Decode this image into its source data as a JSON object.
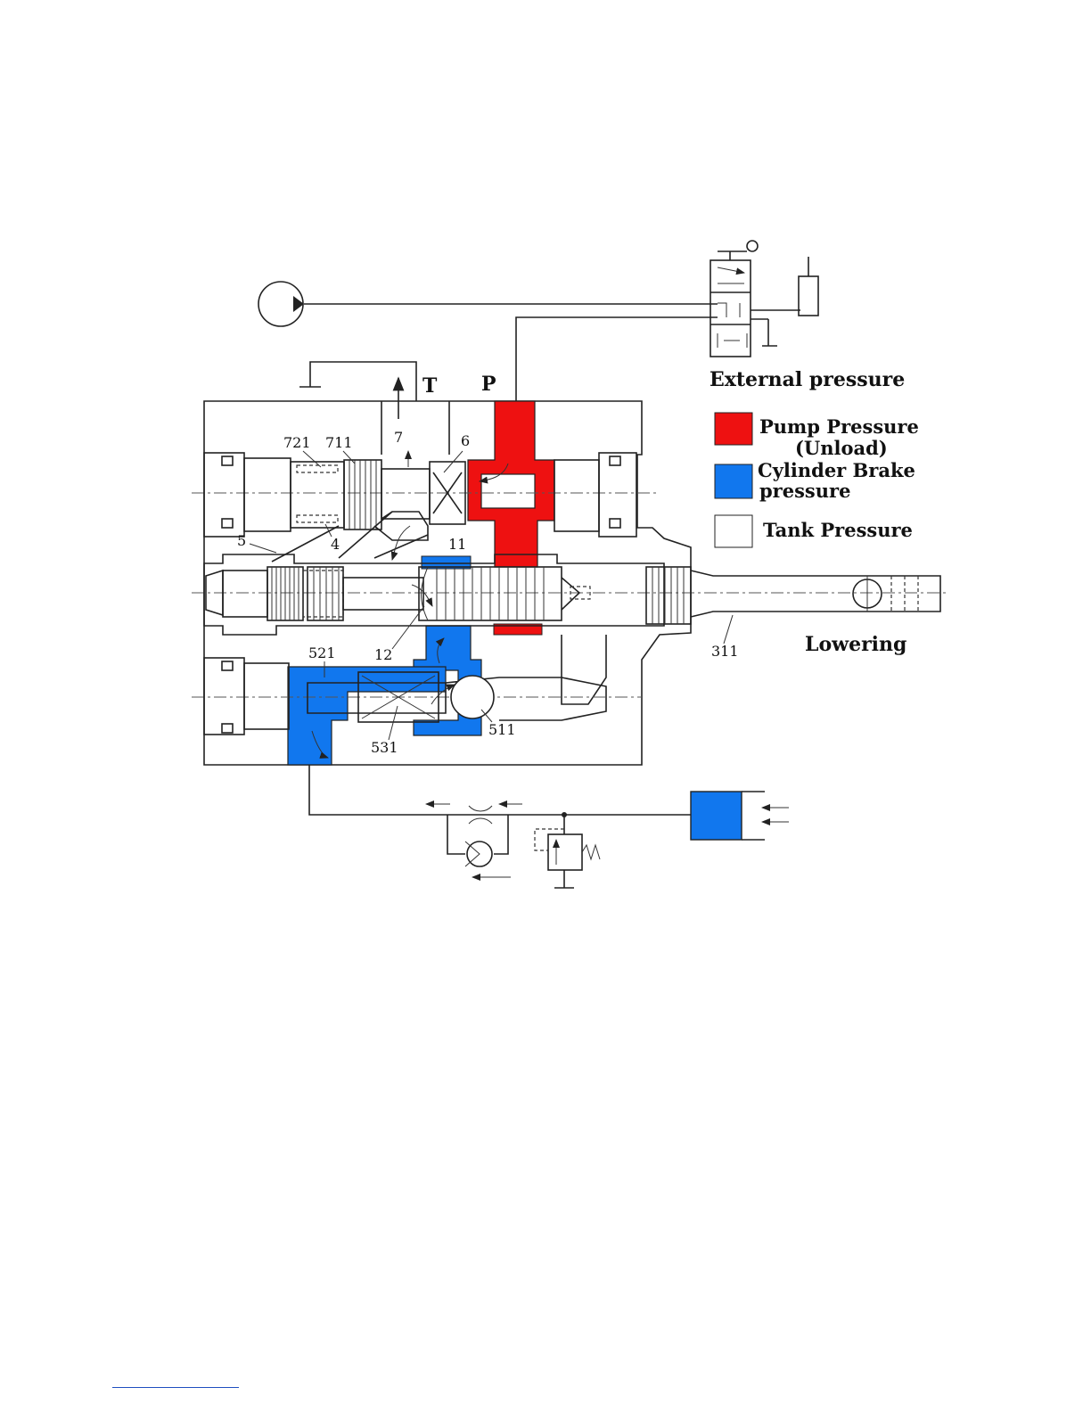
{
  "colors": {
    "pump_pressure": "#ee1111",
    "cylinder_brake": "#1177ee",
    "tank_pressure": "#ffffff",
    "line": "#222222"
  },
  "ports": {
    "tank": "T",
    "pump": "P"
  },
  "labels": {
    "external_pressure": "External pressure",
    "lowering": "Lowering"
  },
  "legend": [
    {
      "key": "pump",
      "line1": "Pump Pressure",
      "line2": "(Unload)"
    },
    {
      "key": "cylinder",
      "line1": "Cylinder Brake",
      "line2": "pressure"
    },
    {
      "key": "tank",
      "line1": "Tank Pressure",
      "line2": ""
    }
  ],
  "part_numbers": {
    "p721": "721",
    "p711": "711",
    "p7": "7",
    "p6": "6",
    "p5": "5",
    "p4": "4",
    "p11": "11",
    "p12": "12",
    "p521": "521",
    "p531": "531",
    "p511": "511",
    "p311": "311"
  }
}
